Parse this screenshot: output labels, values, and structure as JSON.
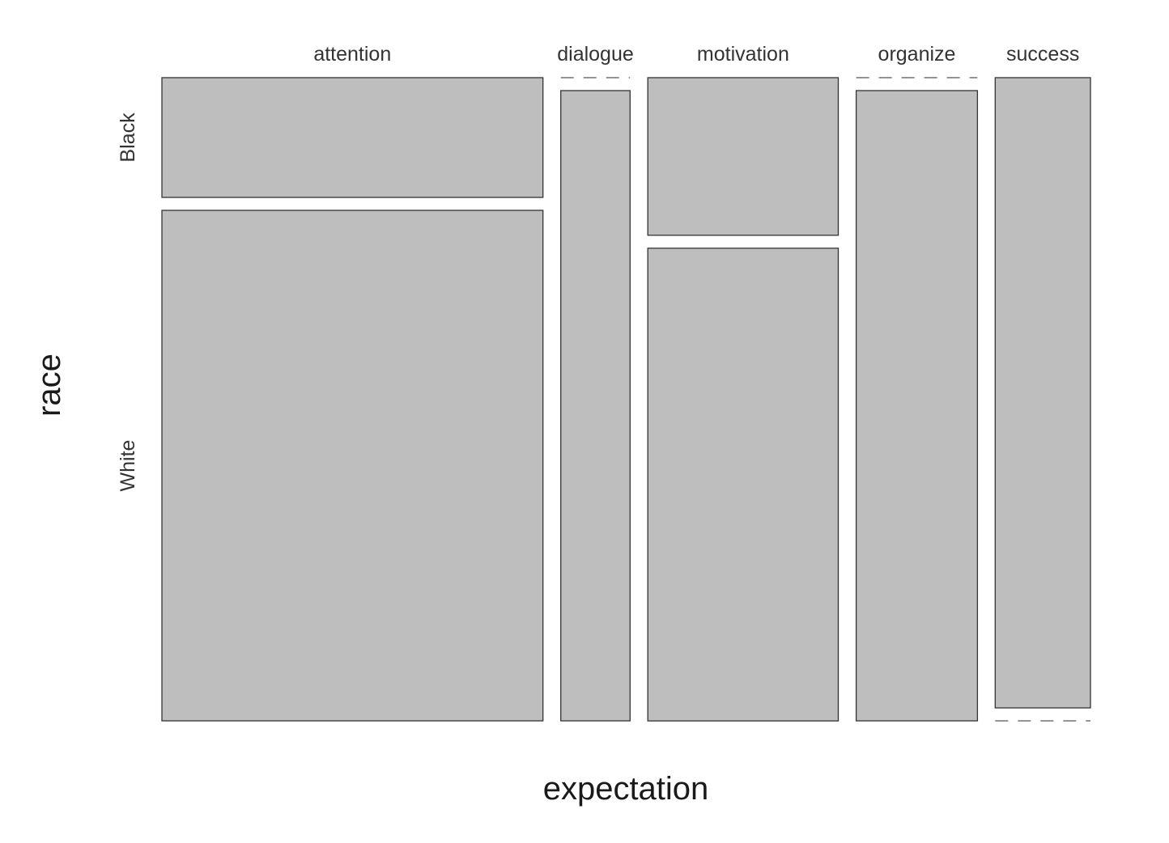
{
  "chart_data": {
    "type": "mosaic",
    "xlabel": "expectation",
    "ylabel": "race",
    "categories": [
      "attention",
      "dialogue",
      "motivation",
      "organize",
      "success"
    ],
    "column_proportions": [
      0.44,
      0.08,
      0.22,
      0.14,
      0.11
    ],
    "rows": [
      "Black",
      "White"
    ],
    "series": [
      {
        "name": "Black",
        "values": [
          0.19,
          0.0,
          0.25,
          0.0,
          1.0
        ]
      },
      {
        "name": "White",
        "values": [
          0.81,
          1.0,
          0.75,
          1.0,
          0.0
        ]
      }
    ],
    "colors": {
      "fill": "#bebebe",
      "stroke": "#333333",
      "text": "#333333"
    }
  }
}
